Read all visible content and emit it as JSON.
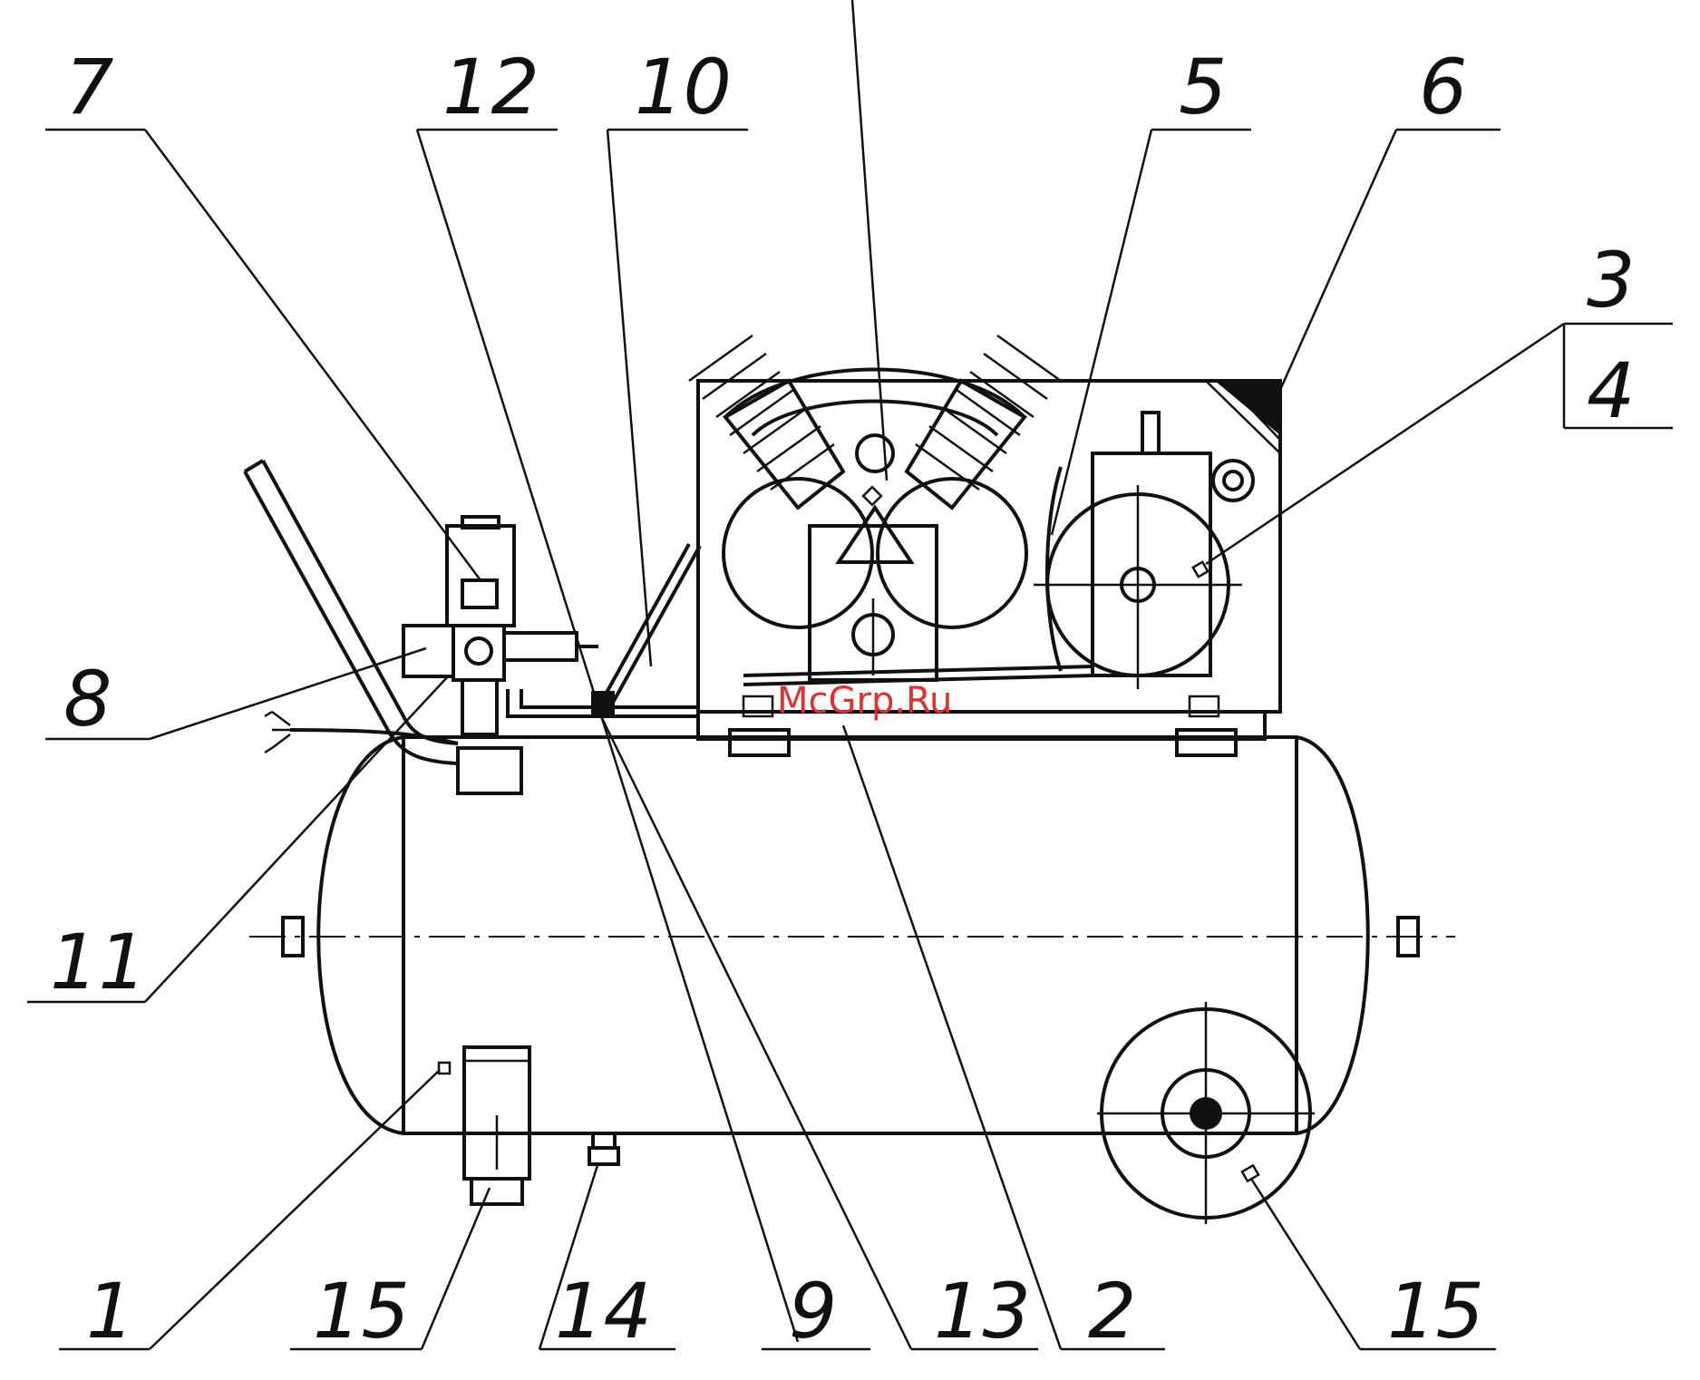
{
  "watermark": "McGrp.Ru",
  "callouts": {
    "c7": "7",
    "c12": "12",
    "c10": "10",
    "c5": "5",
    "c6": "6",
    "c3": "3",
    "c4": "4",
    "c8": "8",
    "c11": "11",
    "c1": "1",
    "c15a": "15",
    "c14": "14",
    "c9": "9",
    "c13": "13",
    "c2": "2",
    "c15b": "15"
  }
}
